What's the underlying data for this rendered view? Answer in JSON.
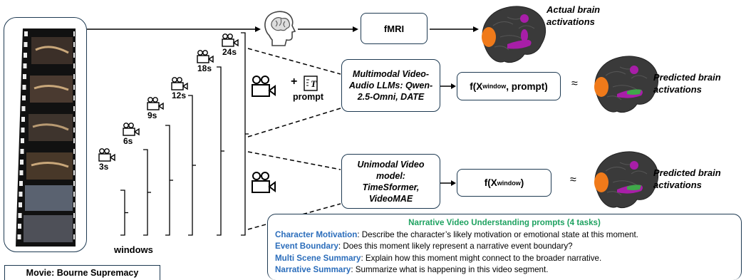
{
  "movie_label": "Movie: Bourne Supremacy",
  "windows_label": "windows",
  "window_durations": [
    "3s",
    "6s",
    "9s",
    "12s",
    "18s",
    "24s"
  ],
  "fmri_box": "fMRI",
  "actual_label": "Actual brain activations",
  "multimodal_box": "Multimodal Video-Audio LLMs: Qwen-2.5-Omni, DATE",
  "unimodal_box": "Unimodal Video model: TimeSformer, VideoMAE",
  "prompt_plus": "+",
  "prompt_label": "prompt",
  "func_multimodal": {
    "f": "f(X",
    "sub": "window",
    "rest": ", prompt)"
  },
  "func_unimodal": {
    "f": "f(X",
    "sub": "window",
    "rest": ")"
  },
  "approx_symbol": "≈",
  "predicted_label": "Predicted brain activations",
  "prompts_panel": {
    "title": "Narrative Video Understanding prompts (4 tasks)",
    "items": [
      {
        "key": "Character Motivation",
        "text": ": Describe the character’s likely motivation or emotional state at this moment."
      },
      {
        "key": "Event Boundary",
        "text": ": Does this moment likely represent a narrative event boundary?"
      },
      {
        "key": "Multi Scene Summary",
        "text": ": Explain how this moment might connect to the broader narrative."
      },
      {
        "key": "Narrative Summary",
        "text": ": Summarize what is happening in this video segment."
      }
    ]
  },
  "colors": {
    "border": "#1e3a52",
    "prompt_title": "#1fa261",
    "prompt_key": "#2b6dbb",
    "brain": "#3a3a3a",
    "activation_magenta": "#a81ea8",
    "activation_orange": "#f07a1a",
    "activation_green": "#3fa84a"
  }
}
